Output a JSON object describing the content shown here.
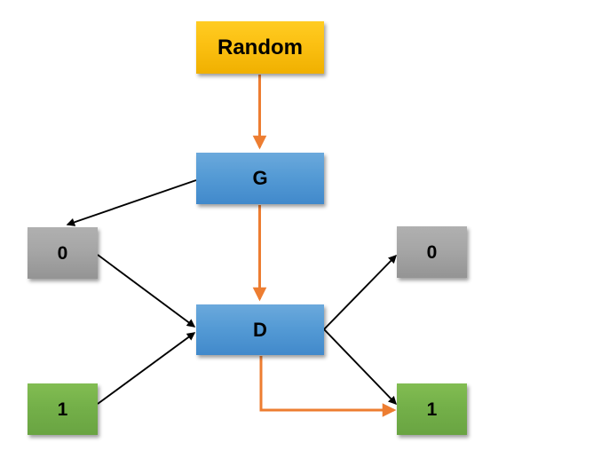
{
  "diagram": {
    "title": "GAN training flow diagram",
    "background_color": "#FFFFFF",
    "nodes": [
      {
        "id": "random",
        "label": "Random",
        "color": "#FBC012",
        "role": "noise-source"
      },
      {
        "id": "generator",
        "label": "G",
        "color": "#559BD5",
        "role": "generator"
      },
      {
        "id": "discriminator",
        "label": "D",
        "color": "#559BD5",
        "role": "discriminator"
      },
      {
        "id": "zero-left",
        "label": "0",
        "color": "#A6A6A6",
        "role": "fake-label-input"
      },
      {
        "id": "one-left",
        "label": "1",
        "color": "#74B049",
        "role": "real-label-input"
      },
      {
        "id": "zero-right",
        "label": "0",
        "color": "#A6A6A6",
        "role": "fake-label-output"
      },
      {
        "id": "one-right",
        "label": "1",
        "color": "#74B049",
        "role": "real-label-output"
      }
    ],
    "edges": [
      {
        "id": "random-to-g",
        "from": "random",
        "to": "generator",
        "color": "#ED7D31",
        "style": "solid-arrow"
      },
      {
        "id": "g-to-zero-left",
        "from": "generator",
        "to": "zero-left",
        "color": "#000000",
        "style": "solid-arrow"
      },
      {
        "id": "g-to-d",
        "from": "generator",
        "to": "discriminator",
        "color": "#ED7D31",
        "style": "solid-arrow"
      },
      {
        "id": "zero-left-to-d",
        "from": "zero-left",
        "to": "discriminator",
        "color": "#000000",
        "style": "solid-arrow"
      },
      {
        "id": "one-left-to-d",
        "from": "one-left",
        "to": "discriminator",
        "color": "#000000",
        "style": "solid-arrow"
      },
      {
        "id": "d-to-zero-right",
        "from": "discriminator",
        "to": "zero-right",
        "color": "#000000",
        "style": "solid-arrow"
      },
      {
        "id": "d-to-one-right",
        "from": "discriminator",
        "to": "one-right",
        "color": "#000000",
        "style": "solid-arrow"
      },
      {
        "id": "d-to-one-right-orange",
        "from": "discriminator",
        "to": "one-right",
        "color": "#ED7D31",
        "style": "elbow-arrow"
      }
    ],
    "colors": {
      "orange": "#ED7D31",
      "black": "#000000",
      "yellow": "#FBC012",
      "blue": "#559BD5",
      "gray": "#A6A6A6",
      "green": "#74B049"
    }
  }
}
